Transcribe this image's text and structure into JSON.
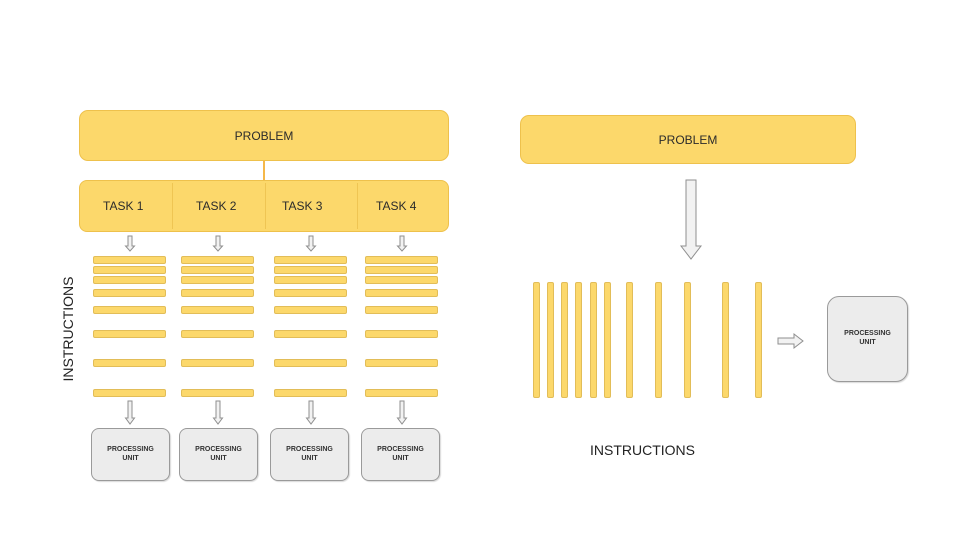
{
  "left_diagram": {
    "problem_label": "PROBLEM",
    "tasks": [
      {
        "label": "TASK 1"
      },
      {
        "label": "TASK 2"
      },
      {
        "label": "TASK 3"
      },
      {
        "label": "TASK 4"
      }
    ],
    "instructions_label": "INSTRUCTIONS",
    "processing_units": [
      {
        "label": "PROCESSING\nUNIT"
      },
      {
        "label": "PROCESSING\nUNIT"
      },
      {
        "label": "PROCESSING\nUNIT"
      },
      {
        "label": "PROCESSING\nUNIT"
      }
    ]
  },
  "right_diagram": {
    "problem_label": "PROBLEM",
    "instructions_label": "INSTRUCTIONS",
    "processing_unit_label": "PROCESSING\nUNIT"
  },
  "colors": {
    "box_fill": "#fcd86b",
    "box_border": "#eec14c",
    "unit_fill": "#ececec",
    "connector": "#f5b84a"
  }
}
